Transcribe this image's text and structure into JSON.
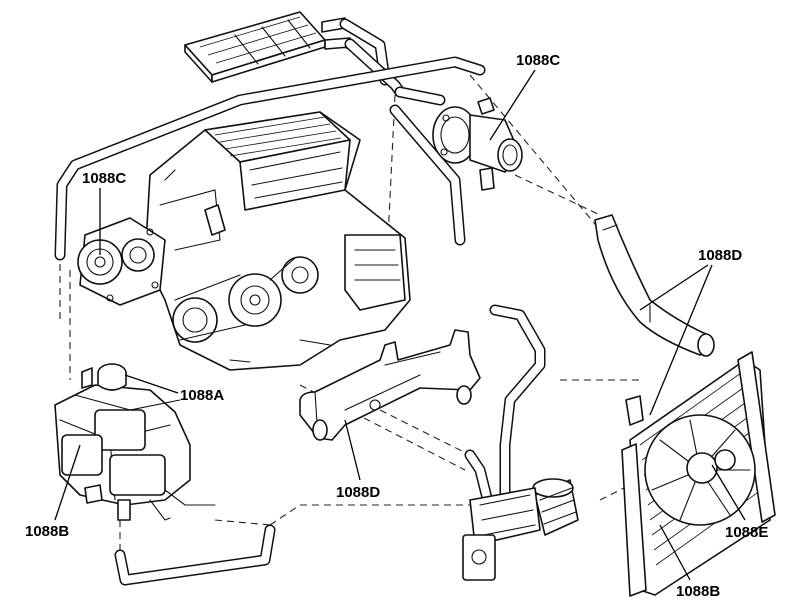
{
  "labels": {
    "thermostat_housing": "1088C",
    "water_pump": "1088C",
    "radiator_hoses": "1088D",
    "expansion_tank_cap": "1088A",
    "expansion_tank": "1088B",
    "lower_hose": "1088D",
    "fan_motor": "1088E",
    "radiator": "1088B"
  }
}
